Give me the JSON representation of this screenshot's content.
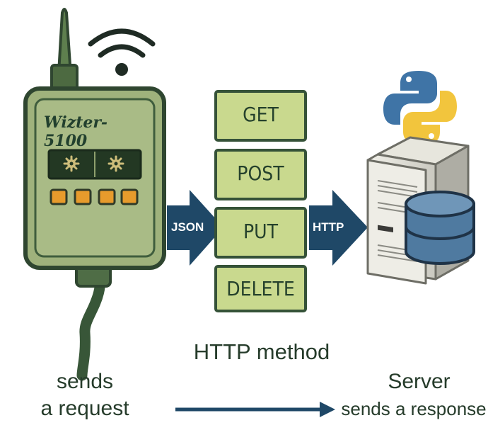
{
  "device": {
    "name": "Wizter-5100",
    "icons": [
      "wifi-icon",
      "gear-icon",
      "gear-icon"
    ]
  },
  "arrows": {
    "left_label": "JSON",
    "right_label": "HTTP"
  },
  "methods": [
    "GET",
    "POST",
    "PUT",
    "DELETE"
  ],
  "methods_caption": "HTTP method",
  "captions": {
    "client_line1": "sends",
    "client_line2": "a request",
    "server_line1": "Server",
    "server_line2": "sends a response"
  },
  "server": {
    "icons": [
      "python-logo-icon",
      "server-tower-icon",
      "database-icon"
    ]
  },
  "colors": {
    "device_green": "#a7b985",
    "device_border": "#355238",
    "method_fill": "#c9d98e",
    "arrow_navy": "#1f4867",
    "db_blue": "#4f7aa0"
  }
}
